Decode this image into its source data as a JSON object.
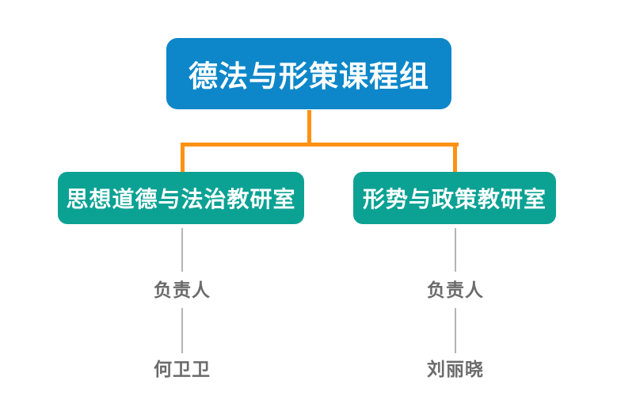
{
  "page": {
    "background_color": "#ffffff"
  },
  "org_chart": {
    "type": "organization-tree",
    "colors": {
      "root_node_bg": "#0d87c9",
      "branch_node_bg": "#0ba294",
      "node_text": "#ffffff",
      "connector_orange": "#ff9113",
      "detail_line_gray": "#b4b4b4",
      "detail_text_gray": "#6b6b6b"
    },
    "root": {
      "label": "德法与形策课程组"
    },
    "branches": [
      {
        "label": "思想道德与法治教研室",
        "role_label": "负责人",
        "person_name": "何卫卫"
      },
      {
        "label": "形势与政策教研室",
        "role_label": "负责人",
        "person_name": "刘丽晓"
      }
    ]
  }
}
